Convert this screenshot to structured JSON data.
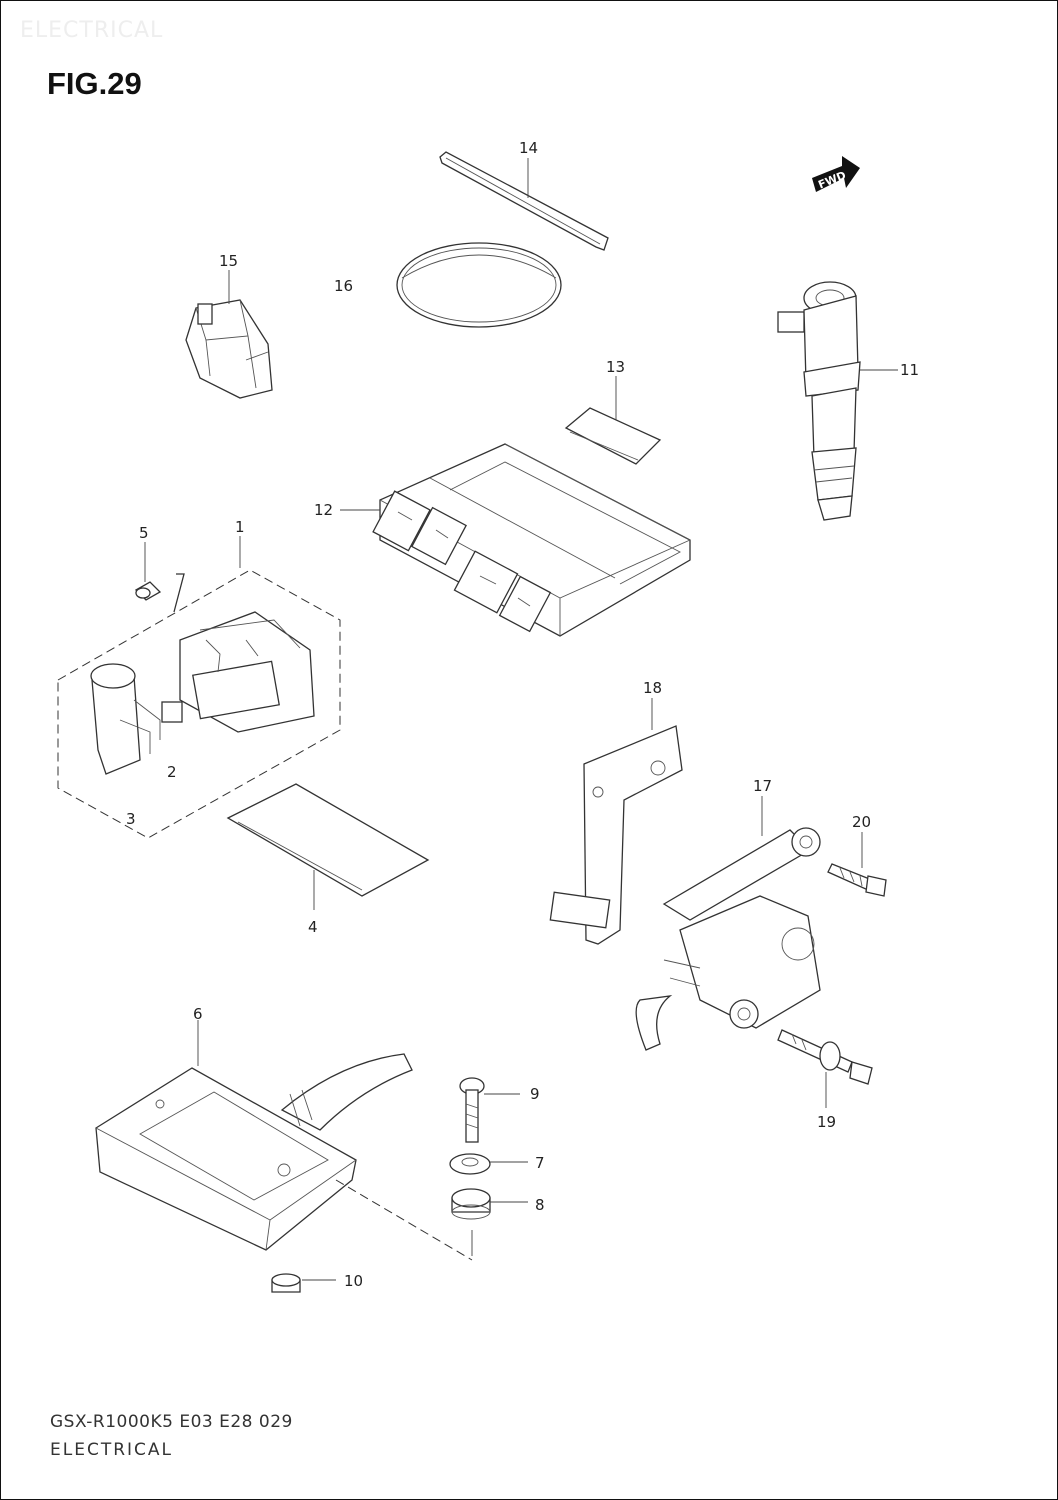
{
  "header": {
    "watermark": "ELECTRICAL",
    "figure_title": "FIG.29"
  },
  "fwd_badge": "FWD",
  "callouts": {
    "p1": "1",
    "p2": "2",
    "p3": "3",
    "p4": "4",
    "p5": "5",
    "p6": "6",
    "p7": "7",
    "p8": "8",
    "p9": "9",
    "p10": "10",
    "p11": "11",
    "p12": "12",
    "p13": "13",
    "p14": "14",
    "p15": "15",
    "p16": "16",
    "p17": "17",
    "p18": "18",
    "p19": "19",
    "p20": "20"
  },
  "footer": {
    "code": "GSX-R1000K5 E03 E28 029",
    "section": "ELECTRICAL"
  }
}
